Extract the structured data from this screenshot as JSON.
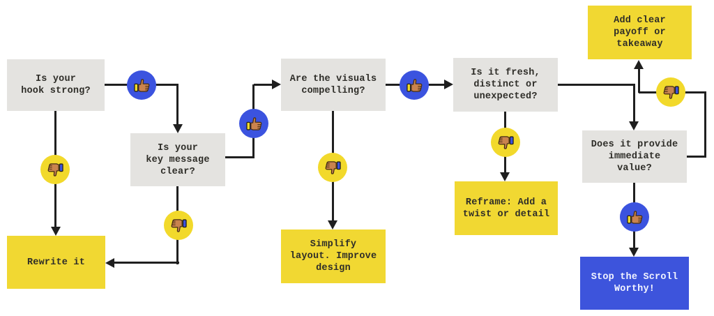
{
  "diagram": {
    "type": "flowchart",
    "colors": {
      "question_box": "#e4e3e0",
      "action_box_yellow": "#f1d832",
      "action_box_blue": "#3d54dc",
      "badge_blue": "#3b53df",
      "badge_yellow": "#f2d92b",
      "connector": "#1f1f1f",
      "text_dark": "#2e2d28",
      "text_light": "#f2f4ff"
    },
    "nodes": {
      "hook": {
        "text": "Is your\nhook strong?",
        "kind": "question"
      },
      "key_message": {
        "text": "Is your\nkey message\nclear?",
        "kind": "question"
      },
      "rewrite": {
        "text": "Rewrite it",
        "kind": "action"
      },
      "visuals": {
        "text": "Are the visuals\ncompelling?",
        "kind": "question"
      },
      "simplify": {
        "text": "Simplify\nlayout. Improve\ndesign",
        "kind": "action"
      },
      "fresh": {
        "text": "Is it fresh,\ndistinct or\nunexpected?",
        "kind": "question"
      },
      "reframe": {
        "text": "Reframe: Add a\ntwist or detail",
        "kind": "action"
      },
      "payoff": {
        "text": "Add clear\npayoff or\ntakeaway",
        "kind": "action"
      },
      "value": {
        "text": "Does it provide\nimmediate\nvalue?",
        "kind": "question"
      },
      "stop": {
        "text": "Stop the Scroll\nWorthy!",
        "kind": "result"
      }
    },
    "edges": [
      {
        "from": "Is your hook strong?",
        "badge": "thumbs-up",
        "to": "Is your key message clear?"
      },
      {
        "from": "Is your hook strong?",
        "badge": "thumbs-down",
        "to": "Rewrite it"
      },
      {
        "from": "Is your key message clear?",
        "badge": "thumbs-down",
        "to": "Rewrite it"
      },
      {
        "from": "Is your key message clear?",
        "badge": "thumbs-up",
        "to": "Are the visuals compelling?"
      },
      {
        "from": "Are the visuals compelling?",
        "badge": "thumbs-up",
        "to": "Is it fresh, distinct or unexpected?"
      },
      {
        "from": "Are the visuals compelling?",
        "badge": "thumbs-down",
        "to": "Simplify layout. Improve design"
      },
      {
        "from": "Is it fresh, distinct or unexpected?",
        "badge": "thumbs-down",
        "to": "Reframe: Add a twist or detail"
      },
      {
        "from": "Is it fresh, distinct or unexpected?",
        "badge": "none",
        "to": "Does it provide immediate value?"
      },
      {
        "from": "Does it provide immediate value?",
        "badge": "thumbs-down",
        "to": "Add clear payoff or takeaway"
      },
      {
        "from": "Does it provide immediate value?",
        "badge": "thumbs-up",
        "to": "Stop the Scroll Worthy!"
      }
    ],
    "badges": {
      "up_icon": "thumbs-up",
      "down_icon": "thumbs-down"
    }
  }
}
